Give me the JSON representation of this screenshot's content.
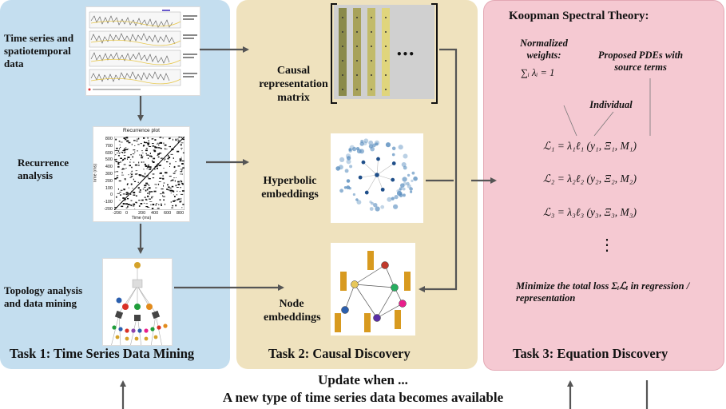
{
  "task1": {
    "title": "Task 1: Time Series Data Mining",
    "label_timeseries": "Time series and spatiotemporal data",
    "label_recurrence": "Recurrence analysis",
    "label_topology": "Topology analysis and data mining",
    "recurrence_plot": {
      "title": "Recurrence plot",
      "ylabel": "Time (ms)",
      "xlabel": "Time (ms)",
      "yticks": [
        "800",
        "700",
        "600",
        "500",
        "400",
        "300",
        "200",
        "100",
        "0",
        "-100",
        "-200"
      ],
      "xticks": [
        "-200",
        "0",
        "200",
        "400",
        "600",
        "800"
      ]
    }
  },
  "task2": {
    "title": "Task 2: Causal Discovery",
    "label_causal": "Causal representation matrix",
    "label_hyperbolic": "Hyperbolic embeddings",
    "label_node": "Node embeddings",
    "ellipsis": "•••"
  },
  "task3": {
    "title": "Task 3: Equation Discovery",
    "heading": "Koopman Spectral Theory:",
    "note_weights": "Normalized weights:",
    "note_weights_eq": "∑ᵢ λᵢ = 1",
    "note_pdes": "Proposed PDEs with source terms",
    "note_individual": "Individual",
    "eq1": "ℒ₁ = λ₁ℓ₁ (y₁, Ξ₁, M₁)",
    "eq2": "ℒ₂ = λ₂ℓ₂ (y₂, Ξ₂, M₂)",
    "eq3": "ℒ₃ = λ₃ℓ₃ (y₃, Ξ₃, M₃)",
    "vdots": "⋮",
    "minimize": "Minimize the total loss  Σᵢℒᵢ  in regression / representation"
  },
  "footer": {
    "line1": "Update when ...",
    "line2": "A new type of time series data becomes available"
  },
  "colors": {
    "panel1": "#c4deef",
    "panel2": "#efe2be",
    "panel3": "#f5c9d2",
    "arrow": "#555555"
  }
}
